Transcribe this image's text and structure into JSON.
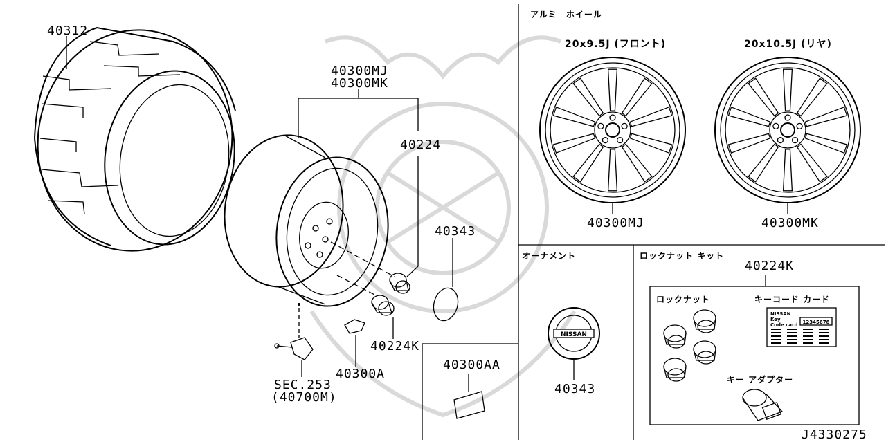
{
  "callouts": {
    "tire": "40312",
    "wheel_mj": "40300MJ",
    "wheel_mk": "40300MK",
    "valve_cap": "40224",
    "ornament_cap": "40343",
    "lock_nut": "40224K",
    "weight": "40300A",
    "sensor_sec": "SEC.253",
    "sensor_part": "(40700M)",
    "label": "40300AA"
  },
  "alloy_section": {
    "title": "アルミ　ホイール",
    "front_size": "20x9.5J (フロント)",
    "rear_size": "20x10.5J (リヤ)",
    "front_part": "40300MJ",
    "rear_part": "40300MK"
  },
  "ornament_section": {
    "title": "オーナメント",
    "part": "40343",
    "emblem_text": "NISSAN"
  },
  "lock_section": {
    "title": "ロックナット キット",
    "part": "40224K",
    "lock_nut_label": "ロックナット",
    "key_card_label": "キーコード カード",
    "adapter_label": "キー アダプター",
    "card_brand": "NISSAN",
    "card_line1": "Key",
    "card_line2": "Code card",
    "card_code": "12345678"
  },
  "diagram_id": "J4330275",
  "colors": {
    "line": "#000000",
    "watermark": "#d9d9d9",
    "background": "#ffffff"
  }
}
